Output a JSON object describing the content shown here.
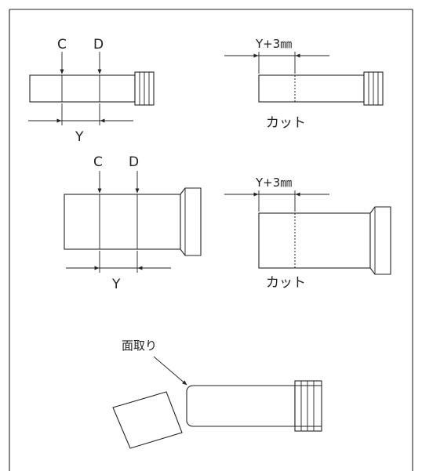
{
  "labels": {
    "c1": "C",
    "d1": "D",
    "y1": "Y",
    "dim1": "Y+3㎜",
    "cut1": "カット",
    "c2": "C",
    "d2": "D",
    "y2": "Y",
    "dim2": "Y+3㎜",
    "cut2": "カット",
    "chamfer": "面取り"
  }
}
